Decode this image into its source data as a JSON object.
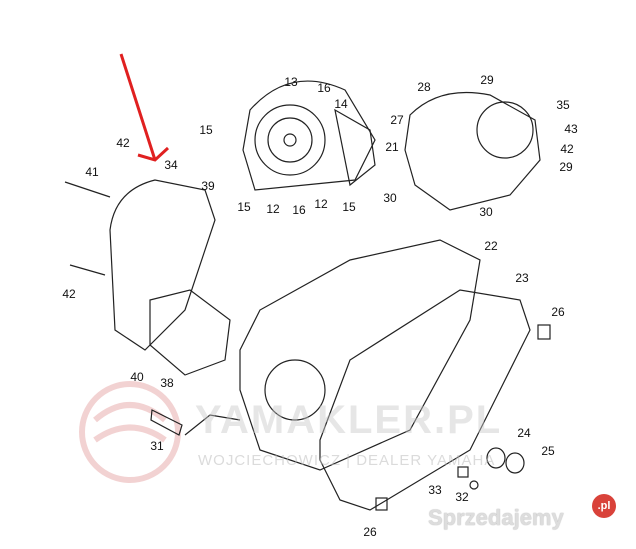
{
  "labels": [
    "13",
    "16",
    "14",
    "15",
    "21",
    "15",
    "12",
    "16",
    "12",
    "15",
    "28",
    "29",
    "35",
    "27",
    "43",
    "42",
    "29",
    "30",
    "30",
    "42",
    "34",
    "41",
    "39",
    "42",
    "22",
    "23",
    "26",
    "40",
    "38",
    "31",
    "24",
    "25",
    "33",
    "32",
    "26"
  ],
  "watermark": {
    "title": "YAMAKLER.PL",
    "subtitle": "WOJCIECHOWICZ | DEALER YAMAHA"
  },
  "brand": {
    "name": "Sprzedajemy",
    "tld": ".pl"
  },
  "colors": {
    "arrow": "#e02020",
    "line": "#222222",
    "watermark_logo": "#f0c8c8"
  }
}
